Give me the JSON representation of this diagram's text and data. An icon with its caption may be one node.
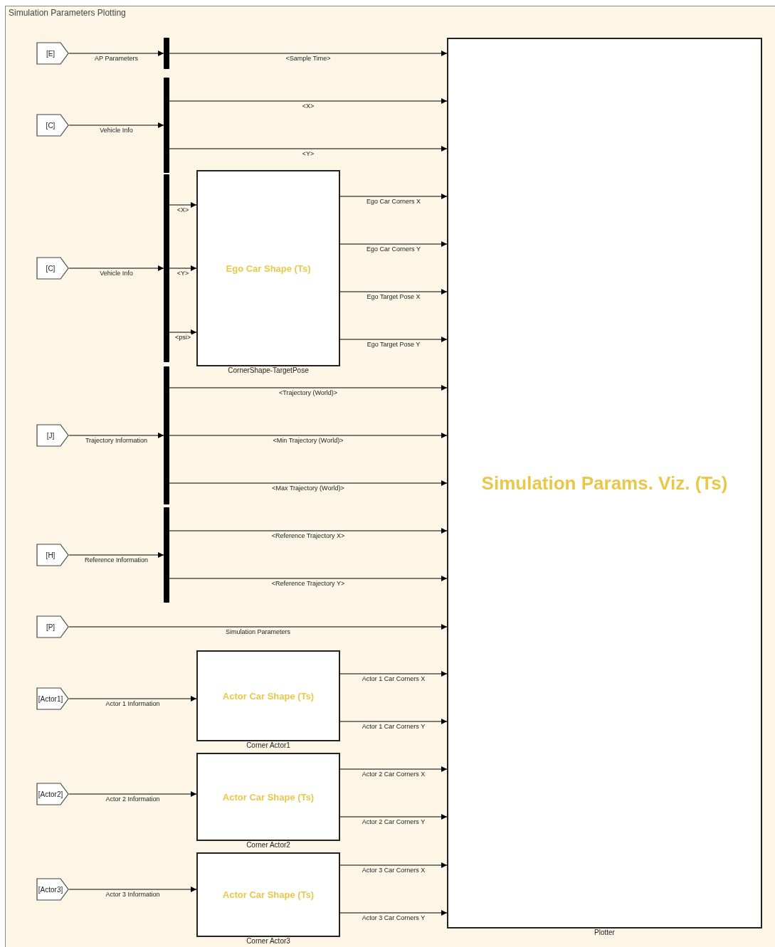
{
  "diagram": {
    "nodes": [
      {
        "text": [
          "Simulation Parameters Plotting"
        ]
      },
      {
        "text": [
          "[E]"
        ],
        "in": 0
      },
      {
        "text": [
          "[C]"
        ],
        "in": 0
      },
      {
        "text": [
          "[C]"
        ],
        "in": 0
      },
      {
        "text": [
          "[J]"
        ],
        "in": 0
      },
      {
        "text": [
          "[H]"
        ],
        "in": 0
      },
      {
        "text": [
          "[P]"
        ],
        "in": 0
      },
      {
        "text": [
          "[Actor1]"
        ],
        "in": 0
      },
      {
        "text": [
          "[Actor2]"
        ],
        "in": 0
      },
      {
        "text": [
          "[Actor3]"
        ],
        "in": 0
      },
      {
        "text": [],
        "shape": "bar",
        "in": 0
      },
      {
        "text": [],
        "shape": "bar",
        "in": 0
      },
      {
        "text": [],
        "shape": "bar",
        "in": 0
      },
      {
        "text": [],
        "shape": "bar",
        "in": 0
      },
      {
        "text": [],
        "shape": "bar",
        "in": 0
      },
      {
        "text": [
          "Ego Car Shape (Ts)",
          "CornerShape-TargetPose"
        ],
        "in": 0
      },
      {
        "text": [
          "Actor Car Shape (Ts)",
          "Corner Actor1"
        ],
        "in": 0
      },
      {
        "text": [
          "Actor Car Shape (Ts)",
          "Corner Actor2"
        ],
        "in": 0
      },
      {
        "text": [
          "Actor Car Shape (Ts)",
          "Corner Actor3"
        ],
        "in": 0
      },
      {
        "text": [
          "Simulation Params. Viz. (Ts)",
          "Plotter"
        ],
        "in": 0
      }
    ],
    "edges": [
      {
        "from": 1,
        "to": 10,
        "arrow": "to",
        "label": "AP Parameters"
      },
      {
        "from": 10,
        "to": 19,
        "arrow": "to",
        "label": "<Sample Time>"
      },
      {
        "from": 2,
        "to": 11,
        "arrow": "to",
        "label": "Vehicle Info"
      },
      {
        "from": 11,
        "to": 19,
        "arrow": "to",
        "label": "<X>"
      },
      {
        "from": 11,
        "to": 19,
        "arrow": "to",
        "label": "<Y>"
      },
      {
        "from": 3,
        "to": 12,
        "arrow": "to",
        "label": "Vehicle Info"
      },
      {
        "from": 12,
        "to": 15,
        "arrow": "to",
        "label": "<X>"
      },
      {
        "from": 12,
        "to": 15,
        "arrow": "to",
        "label": "<Y>"
      },
      {
        "from": 12,
        "to": 15,
        "arrow": "to",
        "label": "<psi>"
      },
      {
        "from": 15,
        "to": 19,
        "arrow": "to",
        "label": "Ego Car Corners X"
      },
      {
        "from": 15,
        "to": 19,
        "arrow": "to",
        "label": "Ego Car Corners Y"
      },
      {
        "from": 15,
        "to": 19,
        "arrow": "to",
        "label": "Ego Target Pose X"
      },
      {
        "from": 15,
        "to": 19,
        "arrow": "to",
        "label": "Ego Target Pose Y"
      },
      {
        "from": 4,
        "to": 13,
        "arrow": "to",
        "label": "Trajectory Information"
      },
      {
        "from": 13,
        "to": 19,
        "arrow": "to",
        "label": "<Trajectory (World)>"
      },
      {
        "from": 13,
        "to": 19,
        "arrow": "to",
        "label": "<Min Trajectory (World)>"
      },
      {
        "from": 13,
        "to": 19,
        "arrow": "to",
        "label": "<Max Trajectory (World)>"
      },
      {
        "from": 5,
        "to": 14,
        "arrow": "to",
        "label": "Reference Information"
      },
      {
        "from": 14,
        "to": 19,
        "arrow": "to",
        "label": "<Reference Trajectory X>"
      },
      {
        "from": 14,
        "to": 19,
        "arrow": "to",
        "label": "<Reference Trajectory Y>"
      },
      {
        "from": 6,
        "to": 19,
        "arrow": "to",
        "label": "Simulation Parameters"
      },
      {
        "from": 7,
        "to": 16,
        "arrow": "to",
        "label": "Actor 1 Information"
      },
      {
        "from": 16,
        "to": 19,
        "arrow": "to",
        "label": "Actor 1 Car Corners X"
      },
      {
        "from": 16,
        "to": 19,
        "arrow": "to",
        "label": "Actor 1 Car Corners Y"
      },
      {
        "from": 8,
        "to": 17,
        "arrow": "to",
        "label": "Actor 2 Information"
      },
      {
        "from": 17,
        "to": 19,
        "arrow": "to",
        "label": "Actor 2 Car Corners X"
      },
      {
        "from": 17,
        "to": 19,
        "arrow": "to",
        "label": "Actor 2 Car Corners Y"
      },
      {
        "from": 9,
        "to": 18,
        "arrow": "to",
        "label": "Actor 3 Information"
      },
      {
        "from": 18,
        "to": 19,
        "arrow": "to",
        "label": "Actor 3 Car Corners X"
      },
      {
        "from": 18,
        "to": 19,
        "arrow": "to",
        "label": "Actor 3 Car Corners Y"
      }
    ]
  }
}
